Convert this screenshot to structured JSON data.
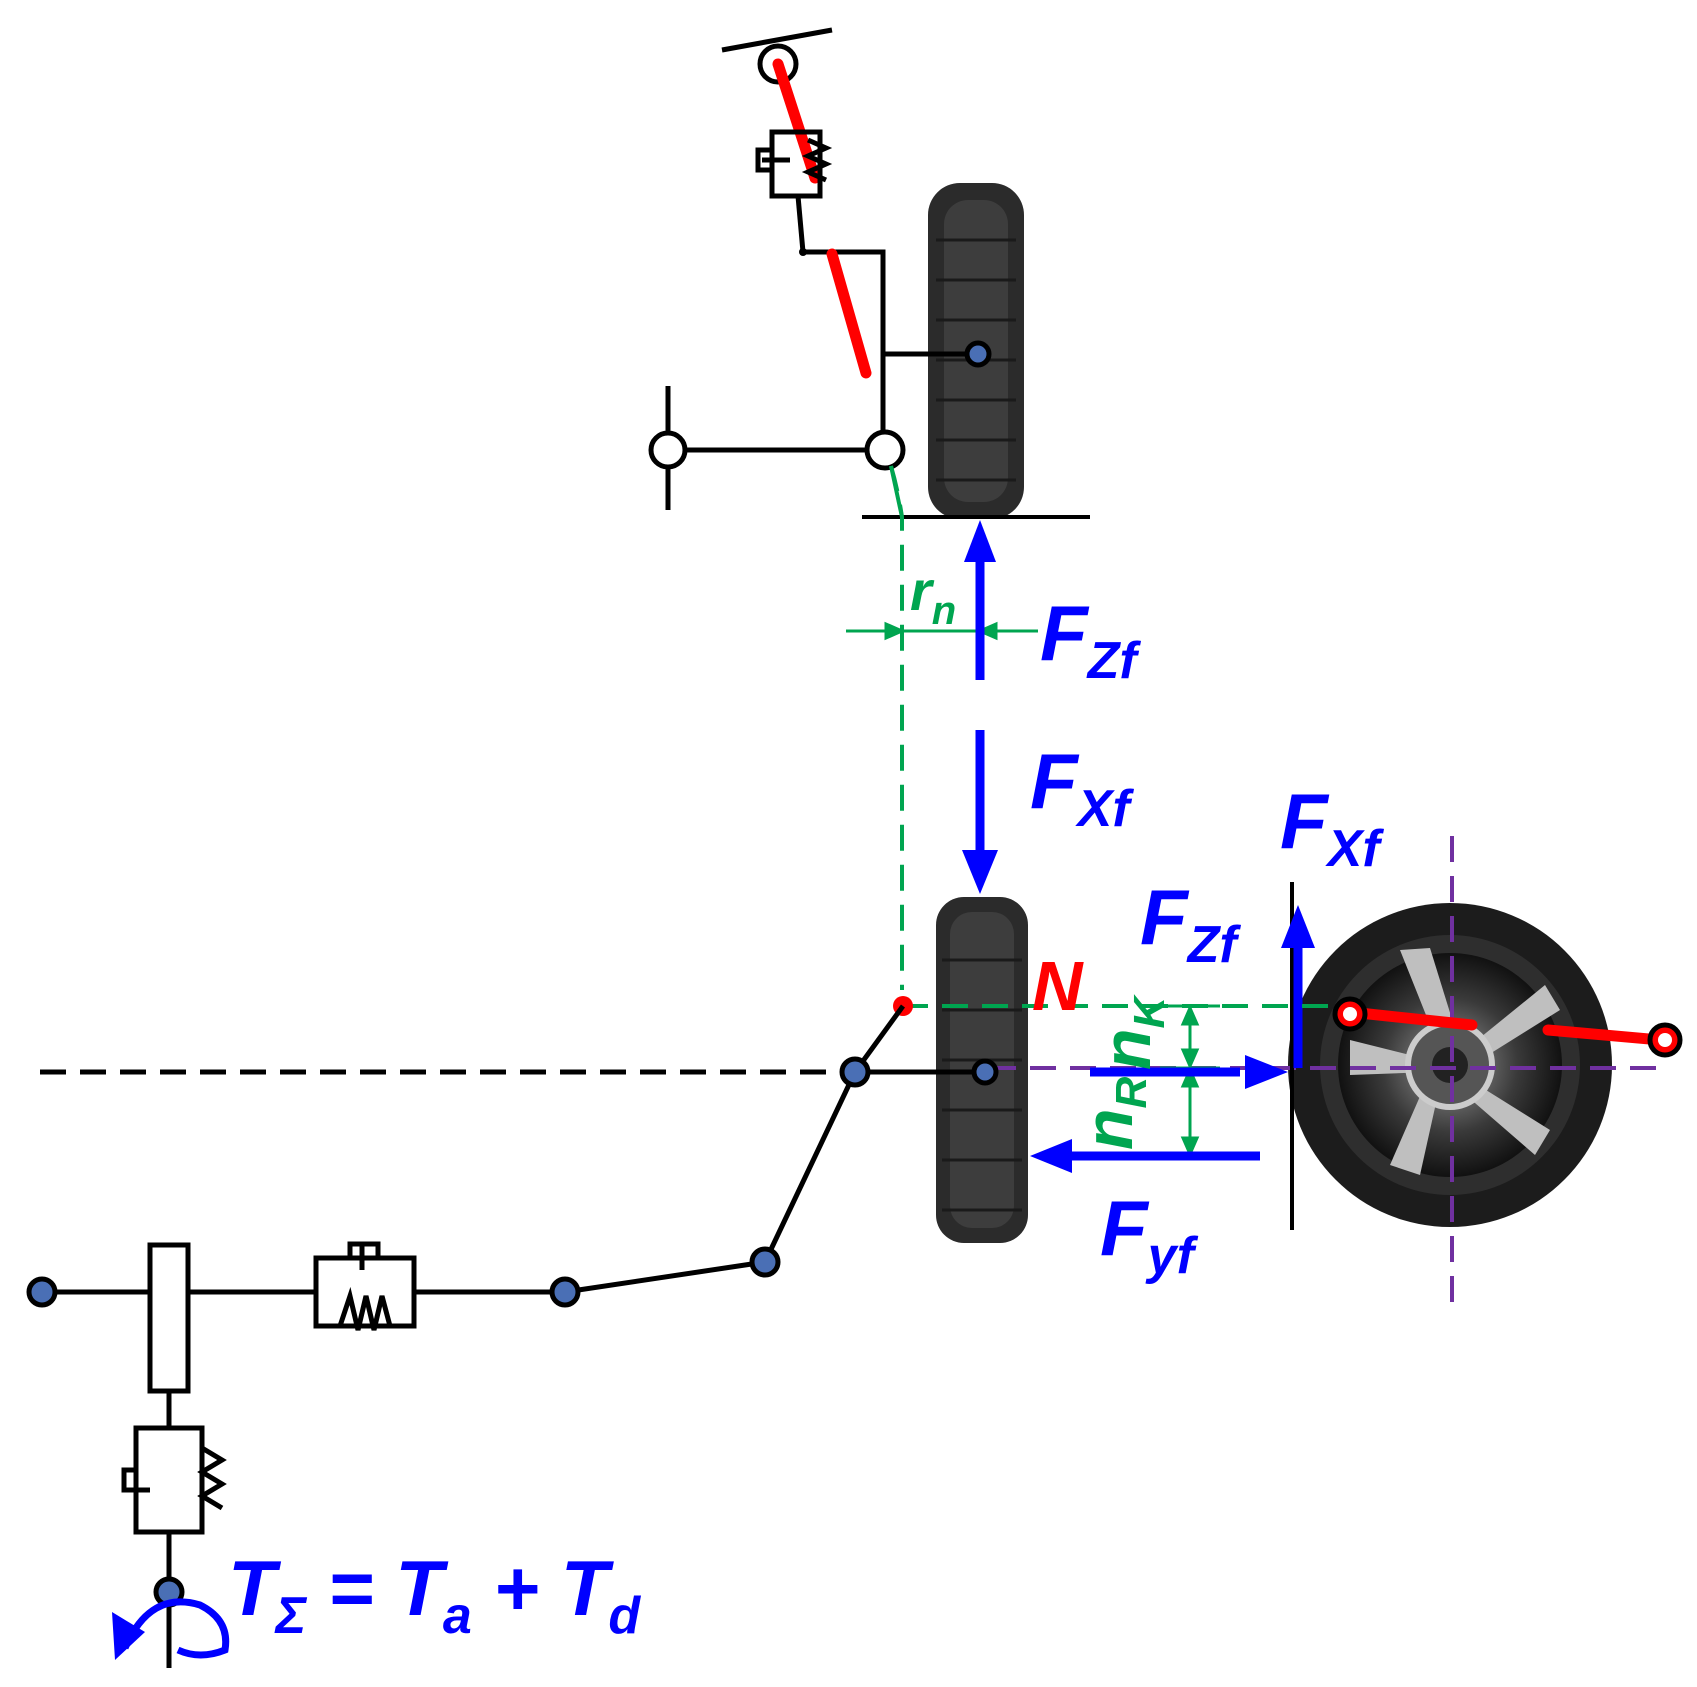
{
  "colors": {
    "force": "#0000ff",
    "dimension": "#00a550",
    "link": "#ff0000",
    "centerline": "#7030a0",
    "structure": "#000000",
    "joint_fill": "#4a6fb5"
  },
  "labels": {
    "rn_main": "r",
    "rn_sub": "n",
    "fzf_top_main": "F",
    "fzf_top_sub": "Zf",
    "fxf_mid_main": "F",
    "fxf_mid_sub": "Xf",
    "fxf_right_main": "F",
    "fxf_right_sub": "Xf",
    "fzf_right_main": "F",
    "fzf_right_sub": "Zf",
    "n_point": "N",
    "nk_main": "n",
    "nk_sub": "K",
    "nr_main": "n",
    "nr_sub": "R",
    "fyf_main": "F",
    "fyf_sub": "yf",
    "torque_t1": "T",
    "torque_t1_sub": "Σ",
    "torque_eq": " = ",
    "torque_t2": "T",
    "torque_t2_sub": "a",
    "torque_plus": " + ",
    "torque_t3": "T",
    "torque_t3_sub": "d"
  },
  "icons": [
    "tire-side-icon",
    "wheel-rim-icon",
    "spring-damper-icon",
    "torque-arrow-icon"
  ]
}
